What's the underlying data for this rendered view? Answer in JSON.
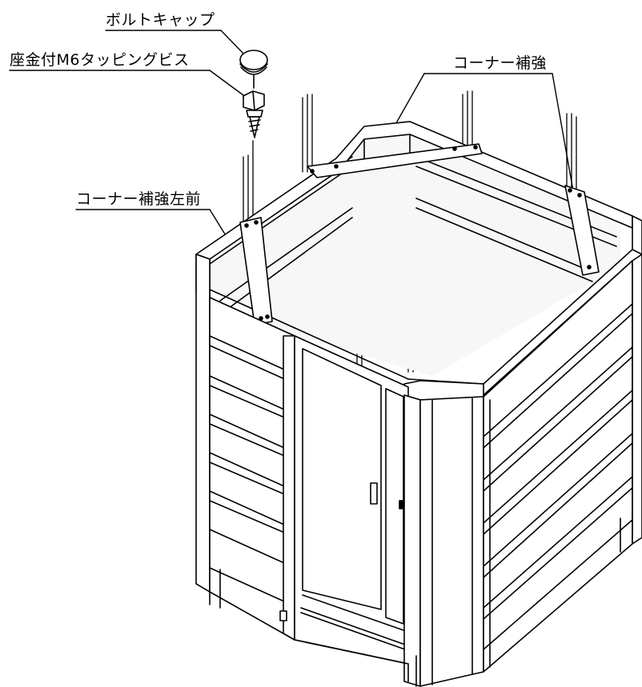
{
  "labels": {
    "bolt_cap": "ボルトキャップ",
    "tapping_screw": "座金付M6タッピングビス",
    "corner_reinforce": "コーナー補強",
    "corner_reinforce_left_front": "コーナー補強左前"
  },
  "colors": {
    "line": "#000000",
    "panel": "#ffffff",
    "interior_shade": "#f2f2f2"
  }
}
